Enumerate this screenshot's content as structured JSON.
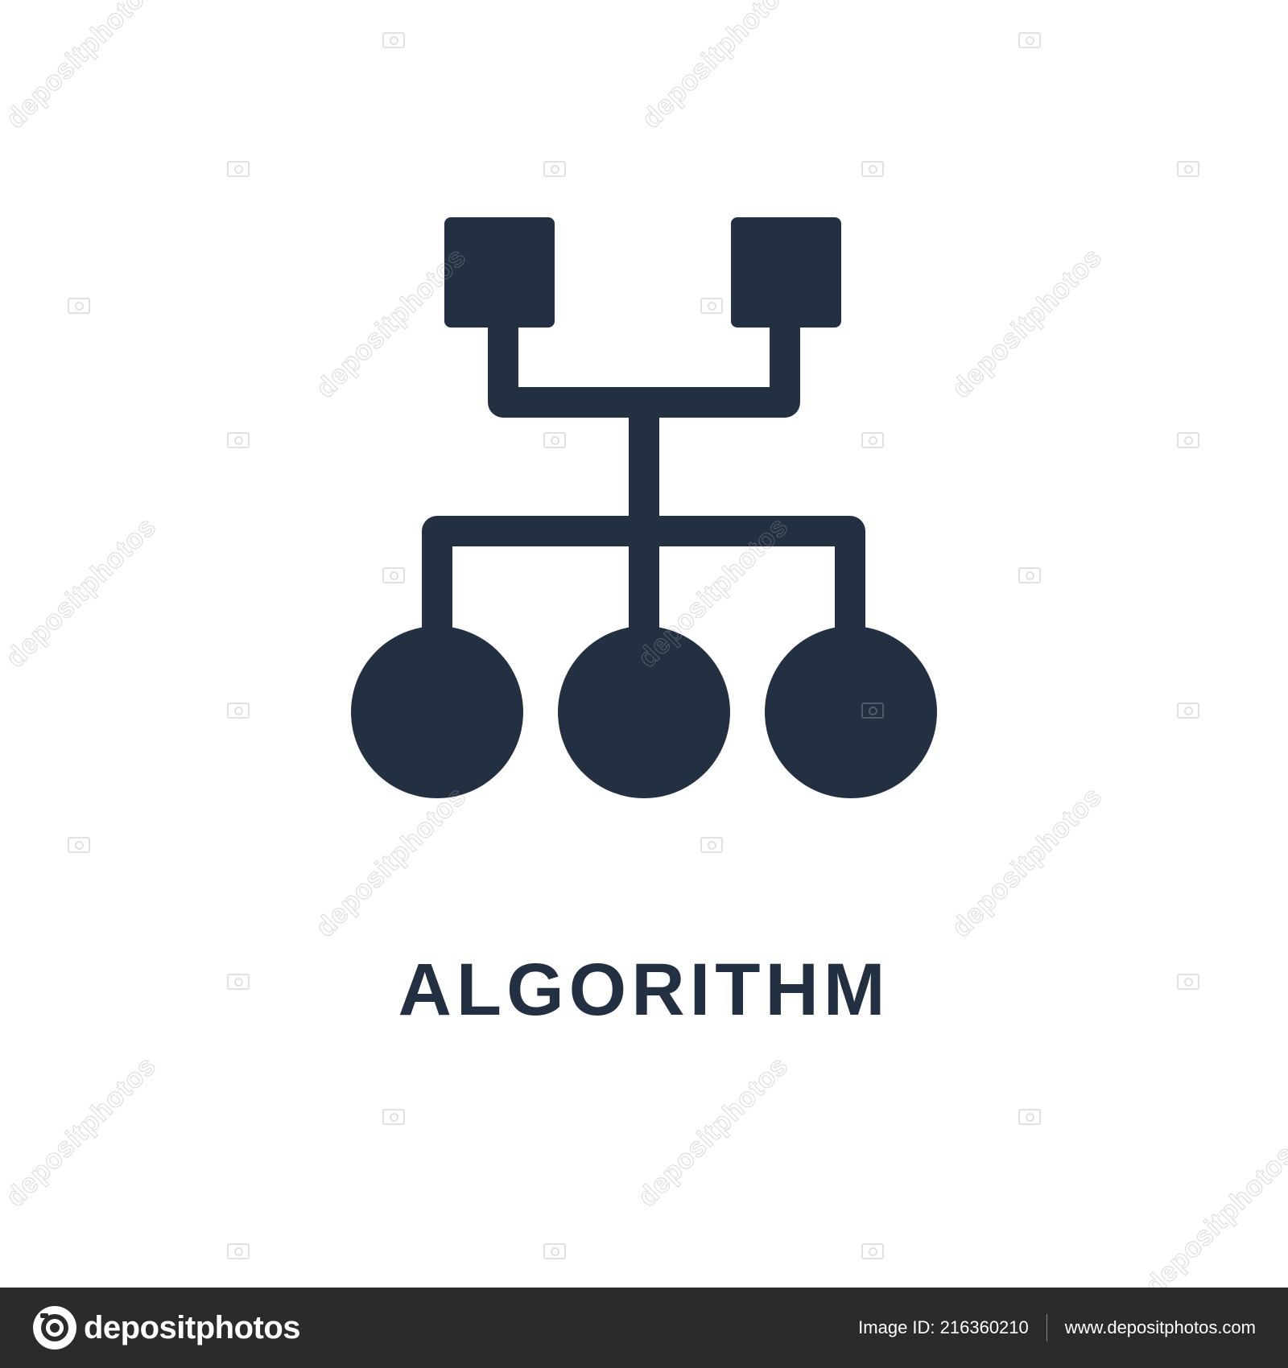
{
  "icon": {
    "name": "algorithm-flowchart-icon",
    "color": "#223041"
  },
  "caption": "ALGORITHM",
  "watermark": {
    "text": "depositphotos",
    "color": "#a0a0a0"
  },
  "footer": {
    "brand": "depositphotos",
    "image_id_label": "Image ID: 216360210",
    "website": "www.depositphotos.com",
    "background": "#2b2b2b"
  }
}
